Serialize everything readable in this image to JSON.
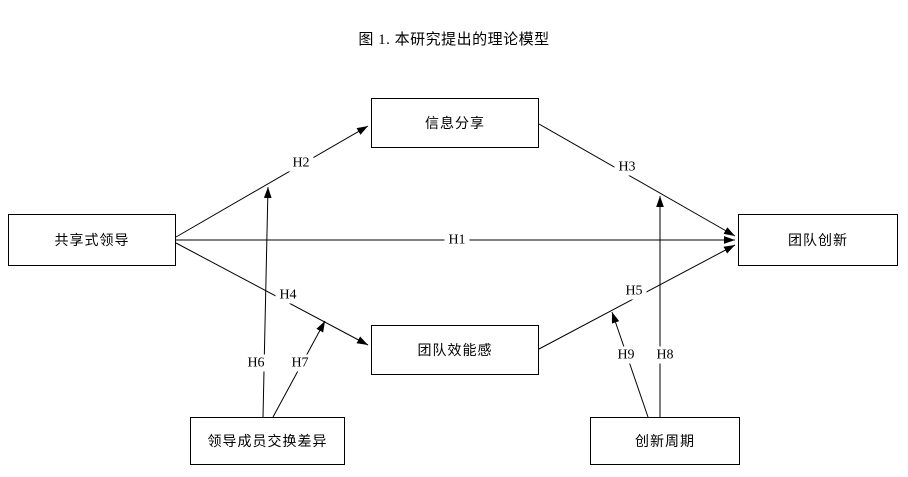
{
  "title": "图  1.  本研究提出的理论模型",
  "model": {
    "type": "hypothesized-path-model",
    "nodes": [
      {
        "id": "shared_leadership",
        "label": "共享式领导"
      },
      {
        "id": "information_sharing",
        "label": "信息分享"
      },
      {
        "id": "team_innovation",
        "label": "团队创新"
      },
      {
        "id": "team_efficacy",
        "label": "团队效能感"
      },
      {
        "id": "lmx_differentiation",
        "label": "领导成员交换差异"
      },
      {
        "id": "innovation_cycle",
        "label": "创新周期"
      }
    ],
    "edges": [
      {
        "label": "H1",
        "from": "共享式领导",
        "to": "团队创新",
        "type": "direct"
      },
      {
        "label": "H2",
        "from": "共享式领导",
        "to": "信息分享",
        "type": "direct"
      },
      {
        "label": "H3",
        "from": "信息分享",
        "to": "团队创新",
        "type": "direct"
      },
      {
        "label": "H4",
        "from": "共享式领导",
        "to": "团队效能感",
        "type": "direct"
      },
      {
        "label": "H5",
        "from": "团队效能感",
        "to": "团队创新",
        "type": "direct"
      },
      {
        "label": "H6",
        "from": "领导成员交换差异",
        "to": "共享式领导→信息分享",
        "type": "moderation"
      },
      {
        "label": "H7",
        "from": "领导成员交换差异",
        "to": "共享式领导→团队效能感",
        "type": "moderation"
      },
      {
        "label": "H8",
        "from": "创新周期",
        "to": "信息分享→团队创新",
        "type": "moderation"
      },
      {
        "label": "H9",
        "from": "创新周期",
        "to": "团队效能感→团队创新",
        "type": "moderation"
      }
    ]
  },
  "colors": {
    "background": "#ffffff",
    "stroke": "#000000",
    "text": "#000000"
  }
}
